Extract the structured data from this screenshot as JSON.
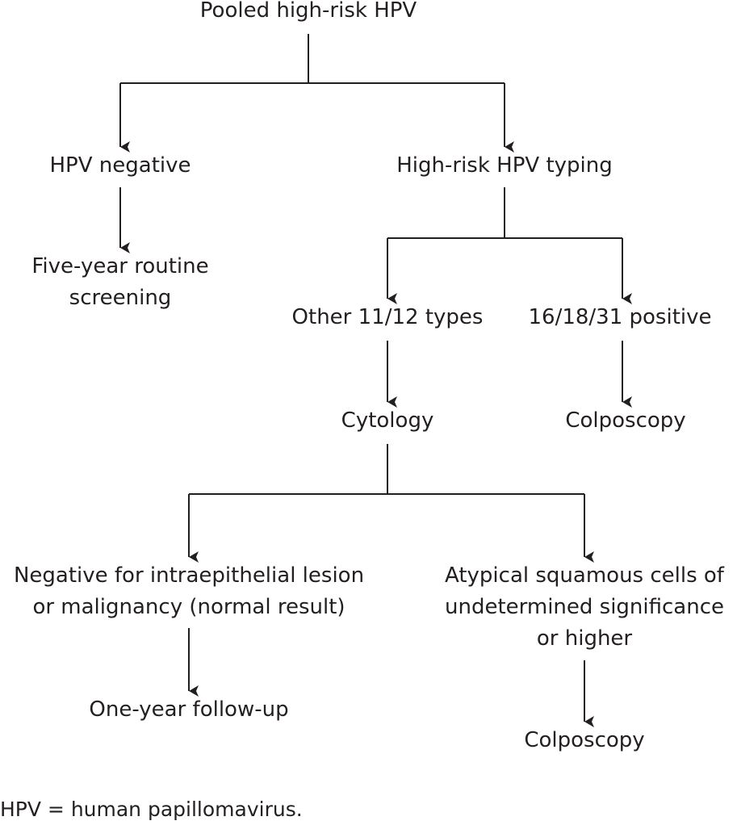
{
  "nodes": {
    "root": {
      "lines": [
        "Pooled high-risk HPV"
      ]
    },
    "hpv_neg": {
      "lines": [
        "HPV negative"
      ]
    },
    "typing": {
      "lines": [
        "High-risk HPV typing"
      ]
    },
    "routine": {
      "lines": [
        "Five-year routine",
        "screening"
      ]
    },
    "other": {
      "lines": [
        "Other 11/12 types"
      ]
    },
    "positive": {
      "lines": [
        "16/18/31 positive"
      ]
    },
    "cytology": {
      "lines": [
        "Cytology"
      ]
    },
    "colpo1": {
      "lines": [
        "Colposcopy"
      ]
    },
    "nilm": {
      "lines": [
        "Negative for intraepithelial lesion",
        "or malignancy (normal result)"
      ]
    },
    "ascus": {
      "lines": [
        "Atypical squamous cells of",
        "undetermined significance",
        "or higher"
      ]
    },
    "followup": {
      "lines": [
        "One-year follow-up"
      ]
    },
    "colpo2": {
      "lines": [
        "Colposcopy"
      ]
    }
  },
  "edges": [
    [
      "root",
      "hpv_neg"
    ],
    [
      "root",
      "typing"
    ],
    [
      "hpv_neg",
      "routine"
    ],
    [
      "typing",
      "other"
    ],
    [
      "typing",
      "positive"
    ],
    [
      "other",
      "cytology"
    ],
    [
      "positive",
      "colpo1"
    ],
    [
      "cytology",
      "nilm"
    ],
    [
      "cytology",
      "ascus"
    ],
    [
      "nilm",
      "followup"
    ],
    [
      "ascus",
      "colpo2"
    ]
  ],
  "footnote": "HPV = human papillomavirus.",
  "colors": {
    "ink": "#231f20",
    "background": "#ffffff"
  }
}
